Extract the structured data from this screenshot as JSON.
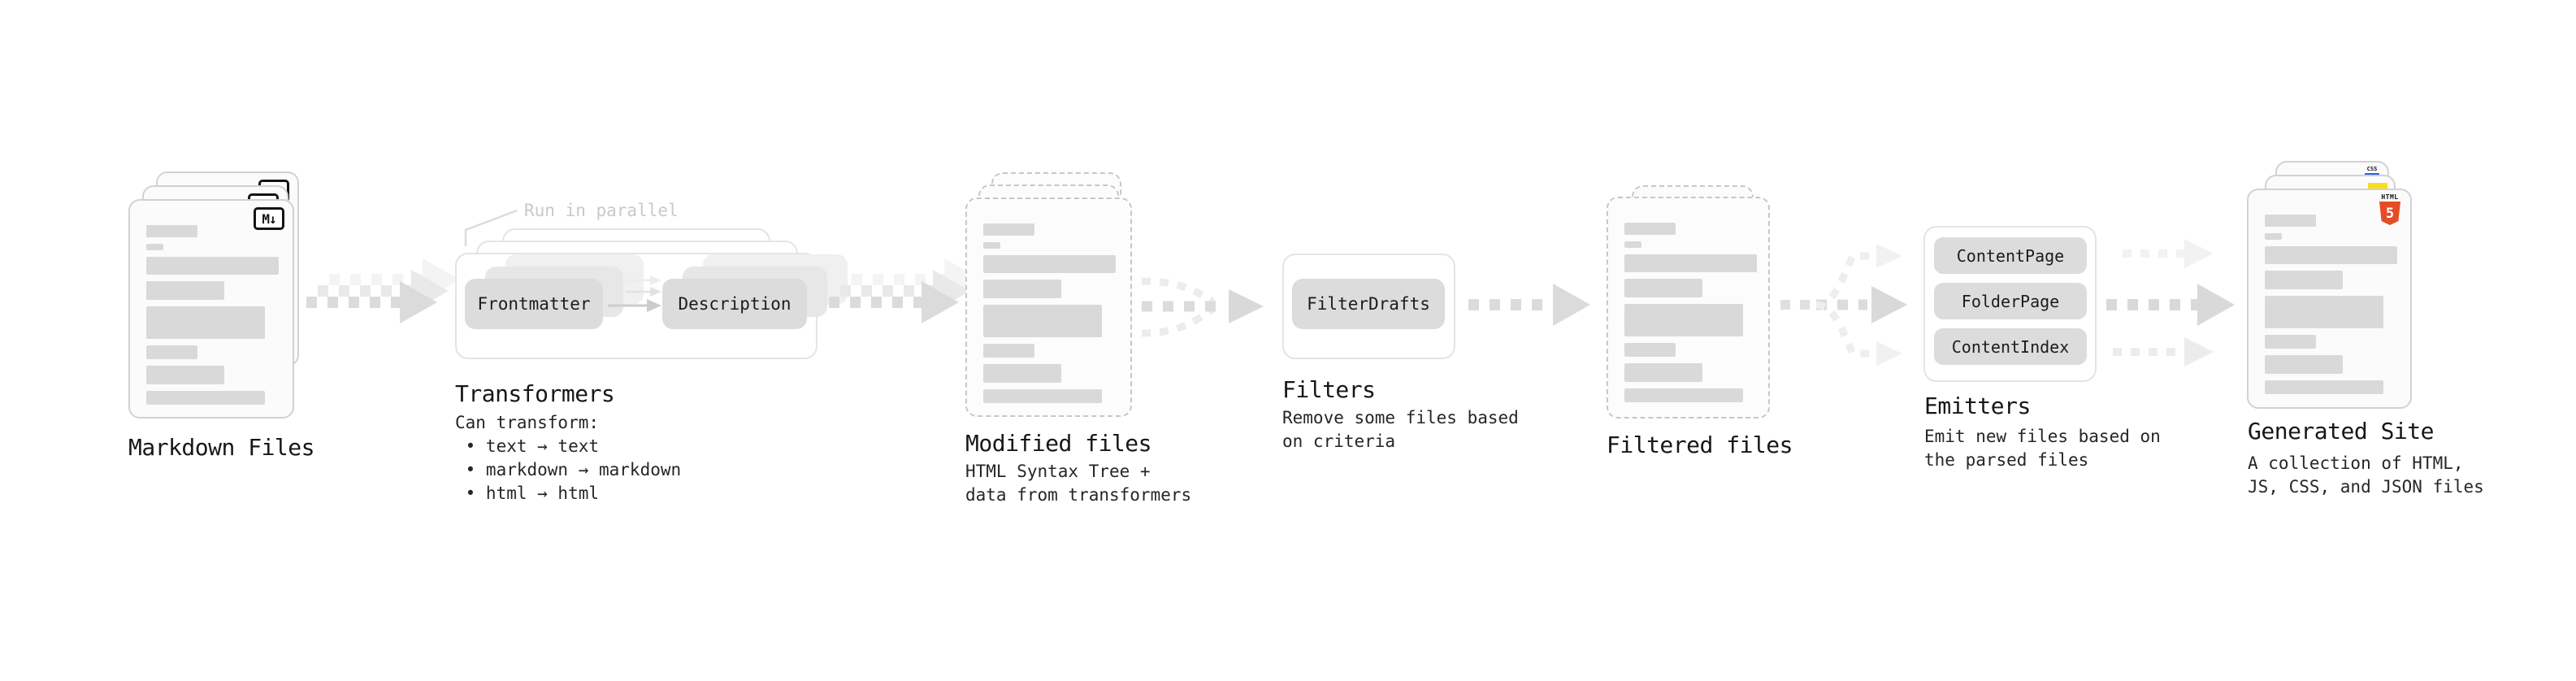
{
  "colors": {
    "html5_orange": "#e44d26",
    "js_yellow": "#f7df1e",
    "css_blue": "#2760e6",
    "placeholder_gray": "#d9d9d9",
    "pill_gray": "#dcdcdc"
  },
  "stages": {
    "markdown_files": {
      "title": "Markdown Files",
      "icon_label": "M↓"
    },
    "transformers": {
      "title": "Transformers",
      "annotation": "Run in parallel",
      "pill_left": "Frontmatter",
      "pill_right": "Description",
      "description": "Can transform:\n • text → text\n • markdown → markdown\n • html → html"
    },
    "modified_files": {
      "title": "Modified files",
      "description": "HTML Syntax Tree +\ndata from transformers"
    },
    "filters": {
      "title": "Filters",
      "pill": "FilterDrafts",
      "description": "Remove some files based\non criteria"
    },
    "filtered_files": {
      "title": "Filtered files"
    },
    "emitters": {
      "title": "Emitters",
      "pills": [
        "ContentPage",
        "FolderPage",
        "ContentIndex"
      ],
      "description": "Emit new files based on\nthe parsed files"
    },
    "generated_site": {
      "title": "Generated Site",
      "description": "A collection of HTML,\nJS, CSS, and JSON files",
      "badges": {
        "css": "CSS",
        "html": "HTML",
        "html5_number": "5"
      }
    }
  }
}
